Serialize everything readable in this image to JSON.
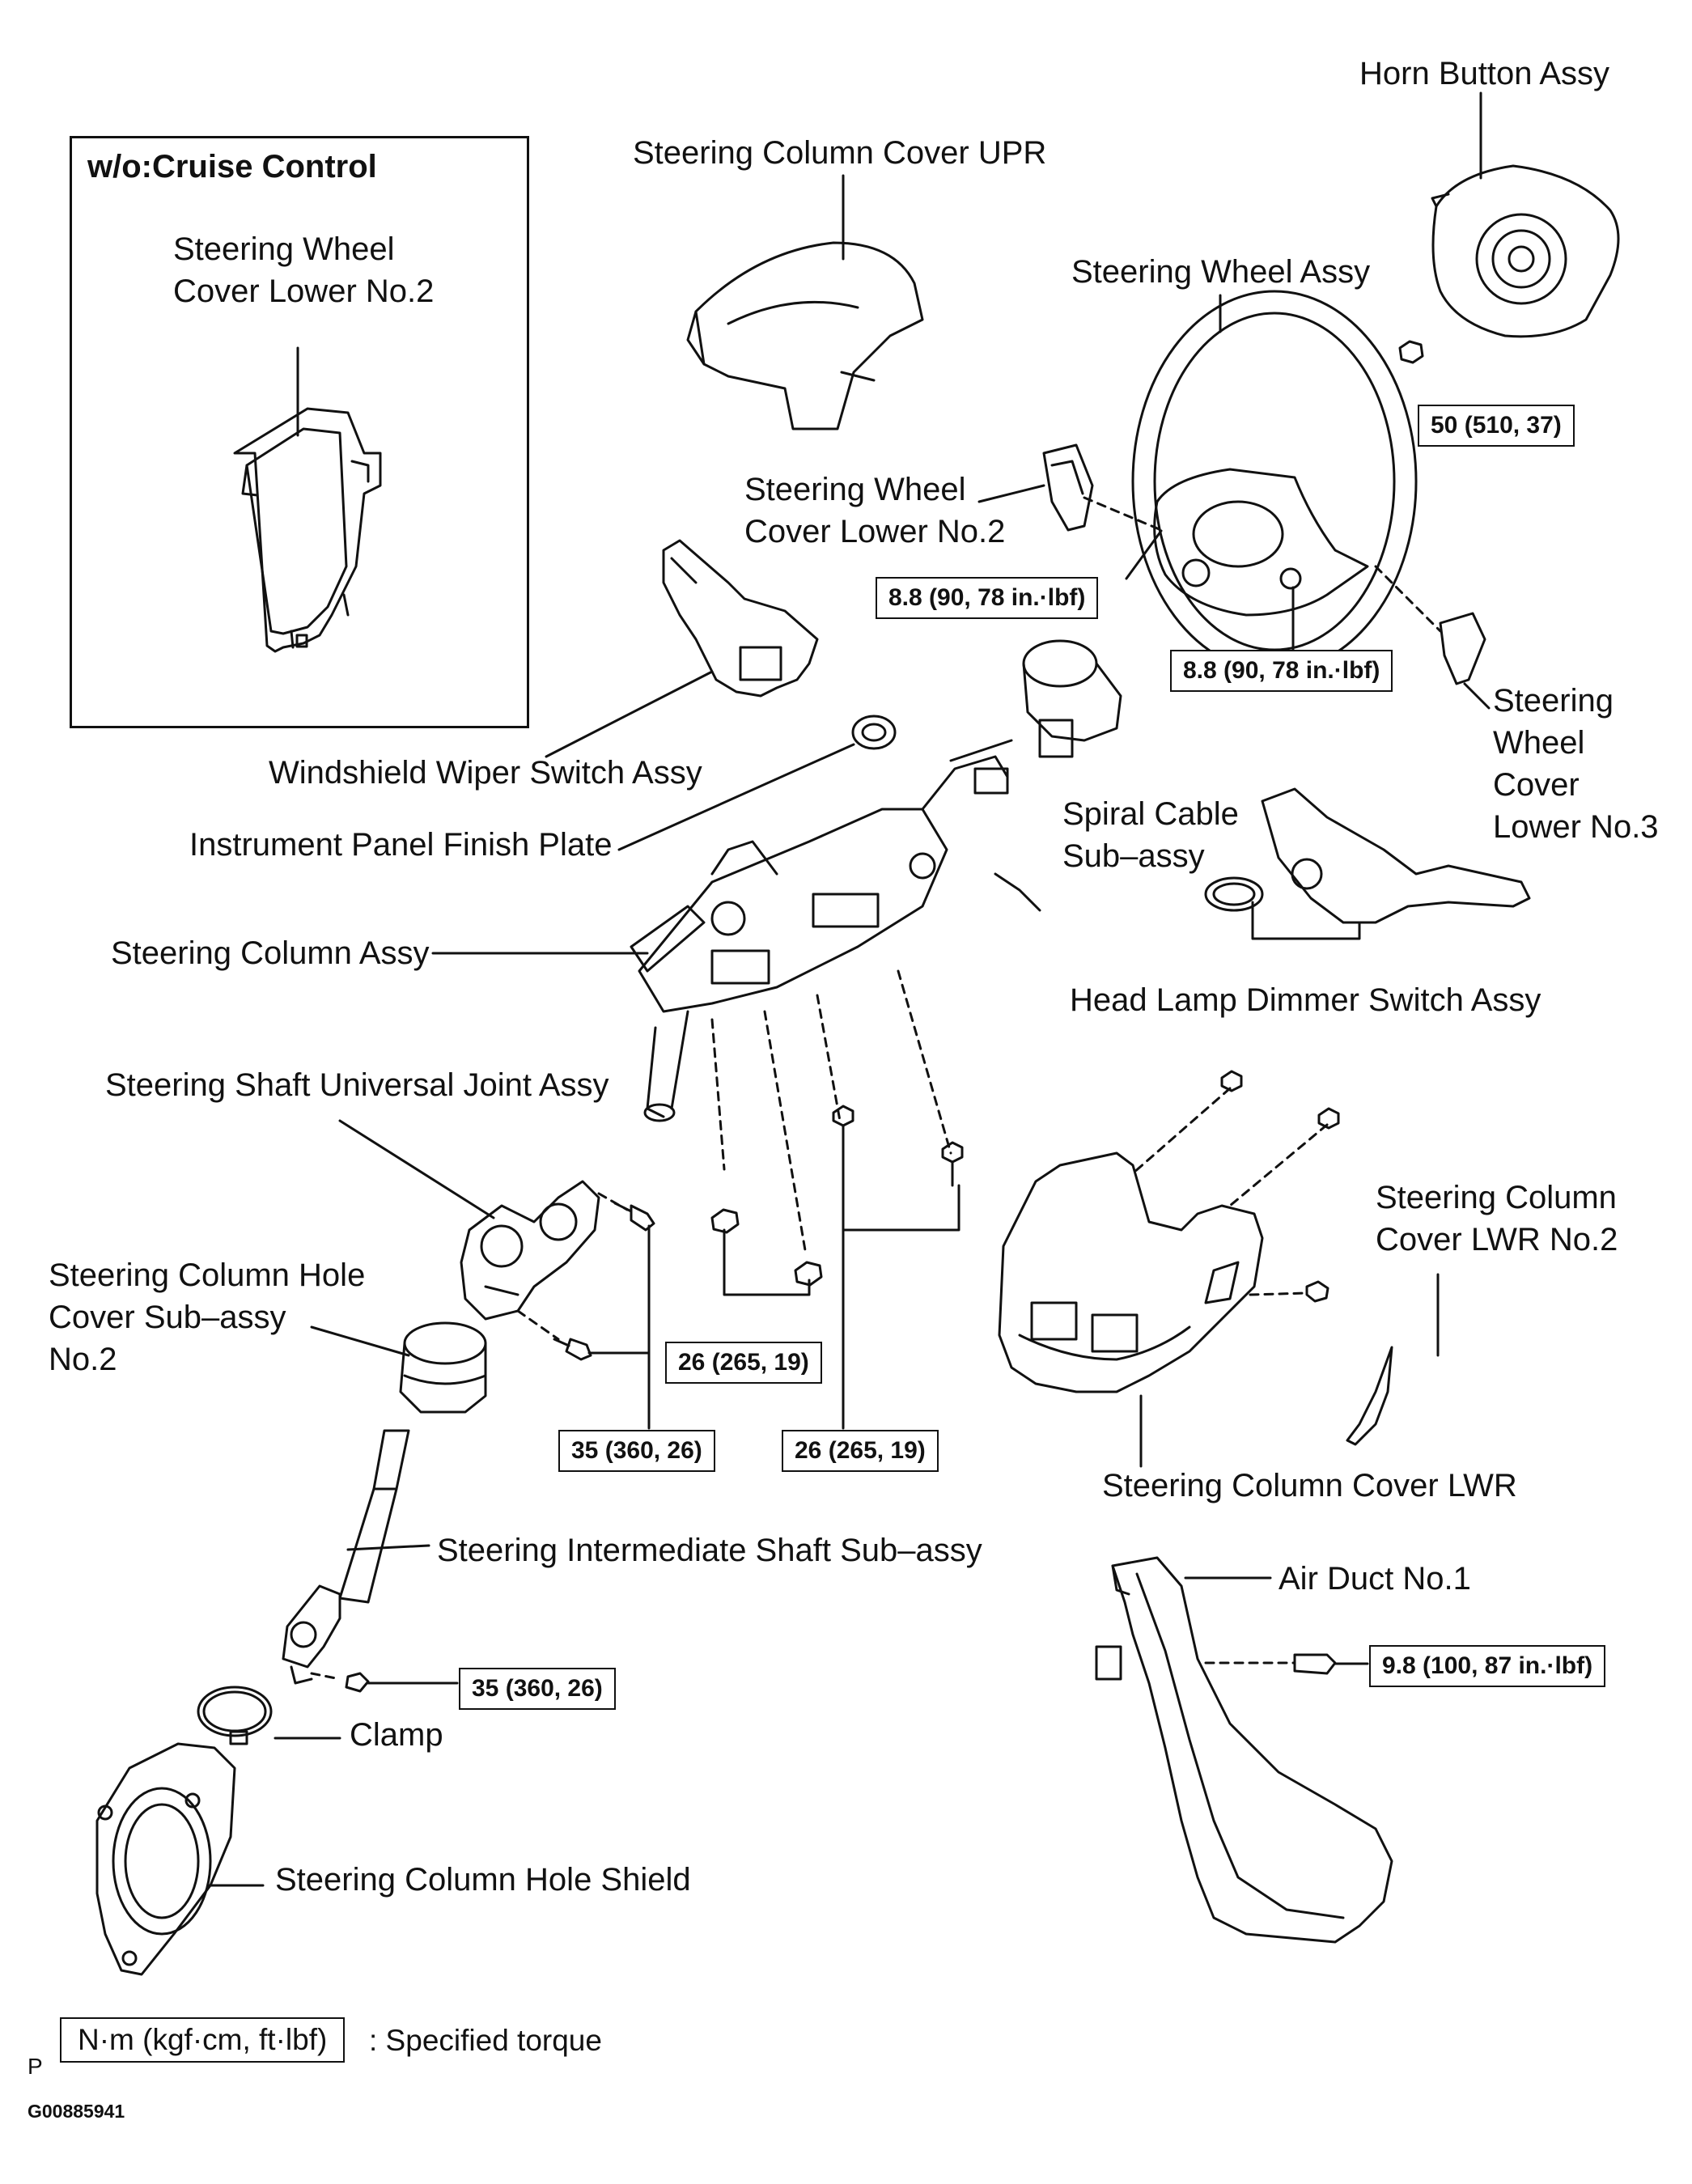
{
  "inset": {
    "title": "w/o:Cruise Control",
    "label": "Steering Wheel\nCover Lower No.2"
  },
  "labels": {
    "horn_button": "Horn Button Assy",
    "column_cover_upr": "Steering Column Cover UPR",
    "wheel_assy": "Steering Wheel Assy",
    "wheel_cover_lower2": "Steering Wheel\nCover Lower No.2",
    "wheel_cover_lower3": "Steering\nWheel\nCover\nLower No.3",
    "wiper_switch": "Windshield Wiper Switch Assy",
    "finish_plate": "Instrument Panel Finish Plate",
    "spiral_cable": "Spiral Cable\nSub–assy",
    "column_assy": "Steering Column Assy",
    "dimmer_switch": "Head Lamp Dimmer Switch Assy",
    "universal_joint": "Steering Shaft Universal Joint Assy",
    "hole_cover": "Steering Column Hole\nCover Sub–assy\nNo.2",
    "cover_lwr2": "Steering Column\nCover LWR No.2",
    "cover_lwr": "Steering Column Cover LWR",
    "intermediate_shaft": "Steering Intermediate Shaft Sub–assy",
    "air_duct": "Air Duct No.1",
    "clamp": "Clamp",
    "hole_shield": "Steering Column Hole Shield"
  },
  "torques": {
    "horn_nut": "50 (510, 37)",
    "wheel_screw_left": "8.8 (90, 78 in.·lbf)",
    "wheel_screw_right": "8.8 (90, 78 in.·lbf)",
    "column_nut": "26 (265, 19)",
    "joint_bolt": "35 (360, 26)",
    "column_bolt": "26 (265, 19)",
    "shaft_bolt": "35 (360, 26)",
    "air_duct_bolt": "9.8 (100, 87 in.·lbf)"
  },
  "legend": {
    "unit": "N·m (kgf·cm, ft·lbf)",
    "text": ": Specified torque"
  },
  "footer": {
    "page_marker": "P",
    "figure_id": "G00885941"
  }
}
